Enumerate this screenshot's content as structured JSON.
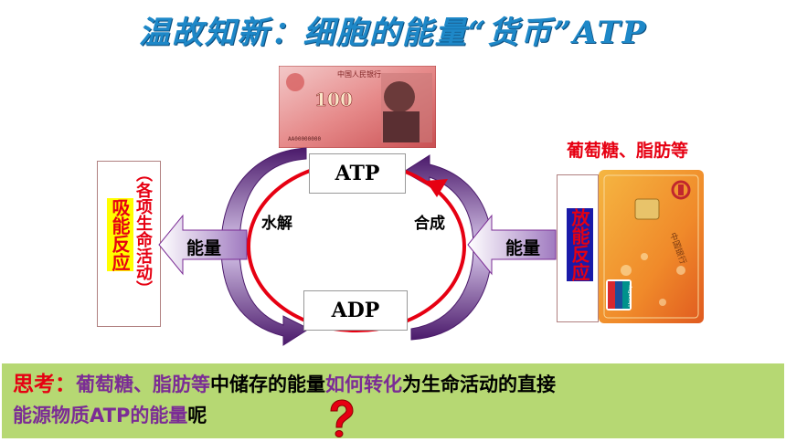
{
  "title": "温故知新：细胞的能量“货币”ATP",
  "banknote": {
    "denomination": "100",
    "header": "中国人民银行",
    "serial": "AA00000000"
  },
  "card": {
    "label": "葡萄糖、脂肪等",
    "bank": "中国银行",
    "network": "UnionPay"
  },
  "left_box": {
    "prefix": "（各项生命活动）",
    "highlight": "吸能反应"
  },
  "right_box": {
    "highlight": "放能反应"
  },
  "cycle": {
    "top": "ATP",
    "bottom": "ADP",
    "left_label": "水解",
    "right_label": "合成",
    "left_arrow_label": "能量",
    "right_arrow_label": "能量"
  },
  "question": {
    "lead": "思考：",
    "part1": "葡萄糖、脂肪等",
    "part2": "中储存的能量",
    "part3": "如何转化",
    "part4": "为生命活动的直接",
    "part5": "能源物质ATP的能量",
    "part6": "呢"
  },
  "colors": {
    "title": "#1e88c8",
    "red": "#e60012",
    "purple": "#7b2c95",
    "highlight": "#ffff00",
    "think_bg": "#b6d873"
  }
}
